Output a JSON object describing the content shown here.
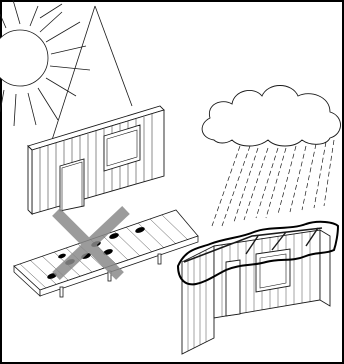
{
  "figure": {
    "panels": [
      {
        "id": "sun-and-stored-wall",
        "depicts": "sun-icon"
      },
      {
        "id": "wall-stack-prohibited",
        "depicts": "cross-mark"
      },
      {
        "id": "rain-on-covered-frame",
        "depicts": "cloud-icon"
      }
    ],
    "colors": {
      "line": "#1a1a1a",
      "frame": "#000000",
      "prohibition_cross": "#8a8a8a",
      "background": "#ffffff"
    }
  }
}
